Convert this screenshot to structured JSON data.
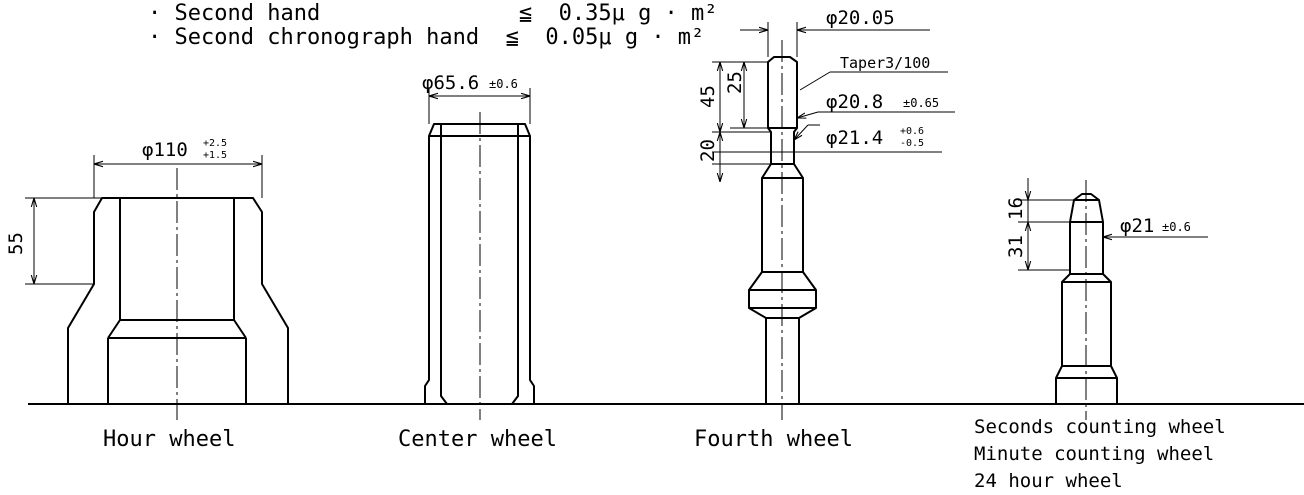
{
  "header": {
    "line1": "· Second hand               ≦  0.35μ g · m²",
    "line2": "· Second chronograph hand  ≦  0.05μ g · m²"
  },
  "hour_wheel": {
    "label": "Hour wheel",
    "dim_diameter": "φ110",
    "dim_diameter_tol_upper": "+2.5",
    "dim_diameter_tol_lower": "+1.5",
    "dim_height": "55"
  },
  "center_wheel": {
    "label": "Center wheel",
    "dim_diameter": "φ65.6",
    "dim_diameter_tol": "±0.6"
  },
  "fourth_wheel": {
    "label": "Fourth wheel",
    "dim_top": "φ20.05",
    "taper": "Taper3/100",
    "dim_mid": "φ20.8",
    "dim_mid_tol": "±0.65",
    "dim_low": "φ21.4",
    "dim_low_tol_upper": "+0.6",
    "dim_low_tol_lower": "-0.5",
    "len_25": "25",
    "len_45": "45",
    "len_20": "20"
  },
  "seconds_counting_wheel": {
    "labels": [
      "Seconds counting wheel",
      "Minute counting wheel",
      "24 hour wheel"
    ],
    "dim_diameter": "φ21",
    "dim_diameter_tol": "±0.6",
    "len_16": "16",
    "len_31": "31"
  }
}
